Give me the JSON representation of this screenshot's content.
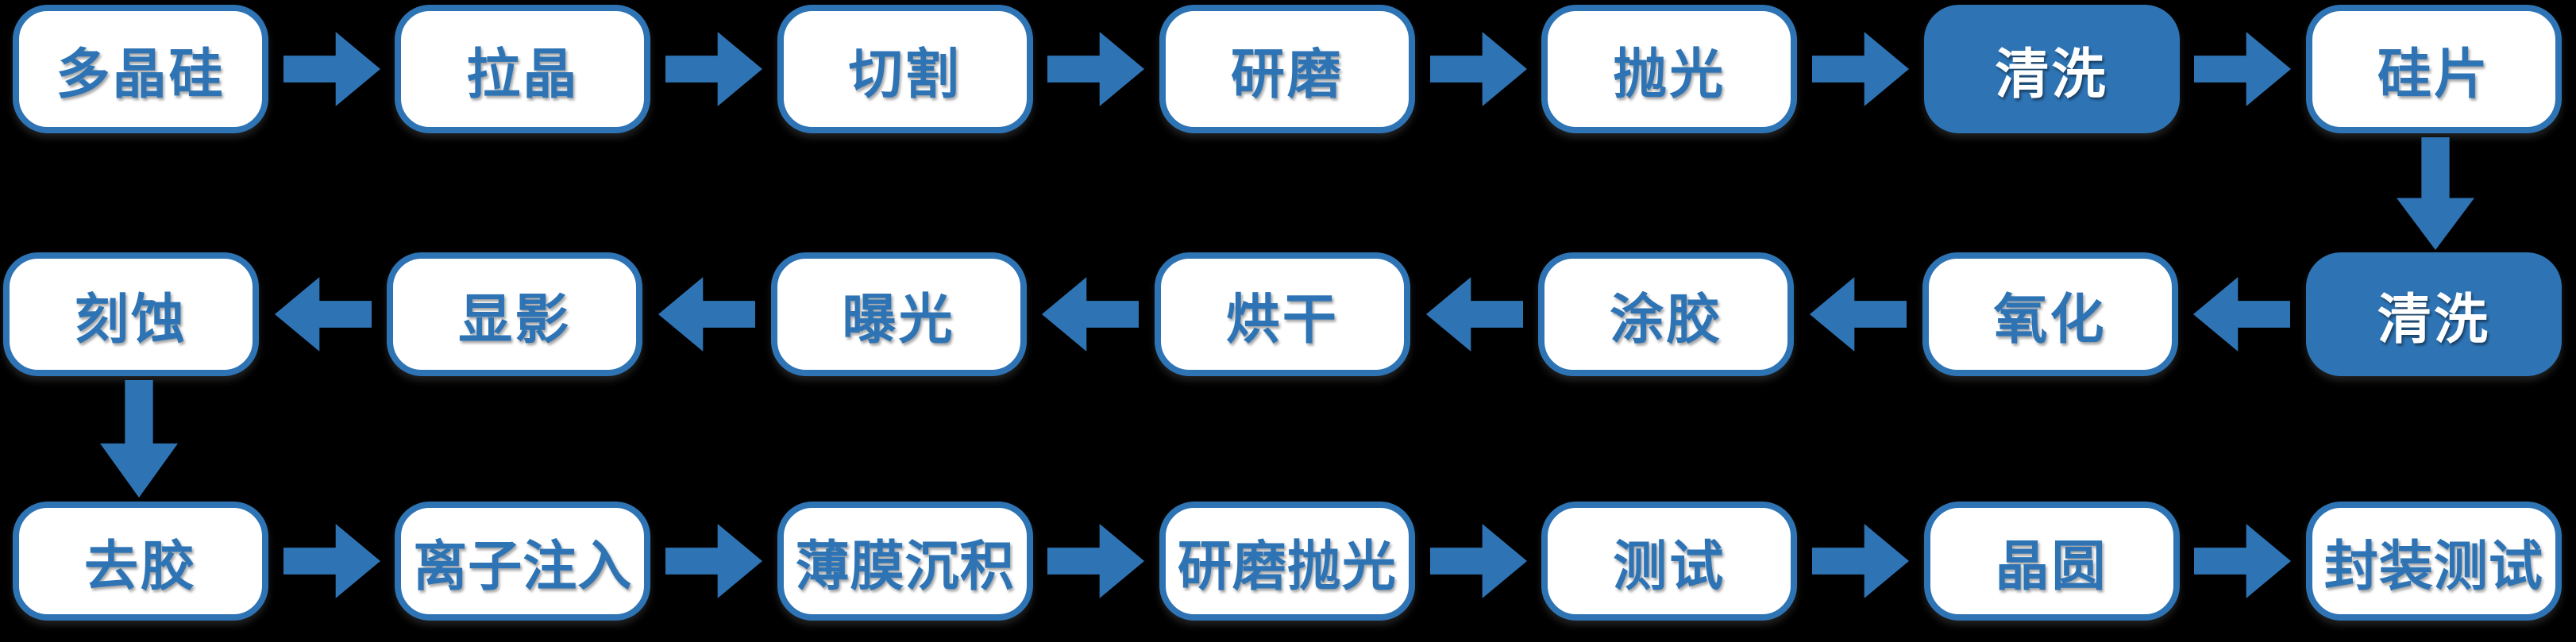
{
  "background": "#000000",
  "colors": {
    "accent_blue": "#2E74B5",
    "node_fill": "#FFFFFF",
    "node_text": "#2E74B5",
    "highlight_fill": "#2E74B5",
    "highlight_text": "#FFFFFF"
  },
  "icons": {
    "arrow_right": "arrow-right-icon",
    "arrow_left": "arrow-left-icon",
    "arrow_down": "arrow-down-icon"
  },
  "flow": {
    "rows": [
      {
        "direction": "left-to-right",
        "nodes": [
          {
            "label": "多晶硅",
            "highlighted": false
          },
          {
            "label": "拉晶",
            "highlighted": false
          },
          {
            "label": "切割",
            "highlighted": false
          },
          {
            "label": "研磨",
            "highlighted": false
          },
          {
            "label": "抛光",
            "highlighted": false
          },
          {
            "label": "清洗",
            "highlighted": true
          },
          {
            "label": "硅片",
            "highlighted": false
          }
        ]
      },
      {
        "direction": "right-to-left",
        "nodes": [
          {
            "label": "刻蚀",
            "highlighted": false
          },
          {
            "label": "显影",
            "highlighted": false
          },
          {
            "label": "曝光",
            "highlighted": false
          },
          {
            "label": "烘干",
            "highlighted": false
          },
          {
            "label": "涂胶",
            "highlighted": false
          },
          {
            "label": "氧化",
            "highlighted": false
          },
          {
            "label": "清洗",
            "highlighted": true
          }
        ]
      },
      {
        "direction": "left-to-right",
        "nodes": [
          {
            "label": "去胶",
            "highlighted": false
          },
          {
            "label": "离子注入",
            "highlighted": false
          },
          {
            "label": "薄膜沉积",
            "highlighted": false
          },
          {
            "label": "研磨抛光",
            "highlighted": false
          },
          {
            "label": "测试",
            "highlighted": false
          },
          {
            "label": "晶圆",
            "highlighted": false
          },
          {
            "label": "封装测试",
            "highlighted": false
          }
        ]
      }
    ],
    "connectors": [
      {
        "from": "硅片",
        "to": "清洗",
        "direction": "down",
        "side": "right"
      },
      {
        "from": "刻蚀",
        "to": "去胶",
        "direction": "down",
        "side": "left"
      }
    ]
  }
}
